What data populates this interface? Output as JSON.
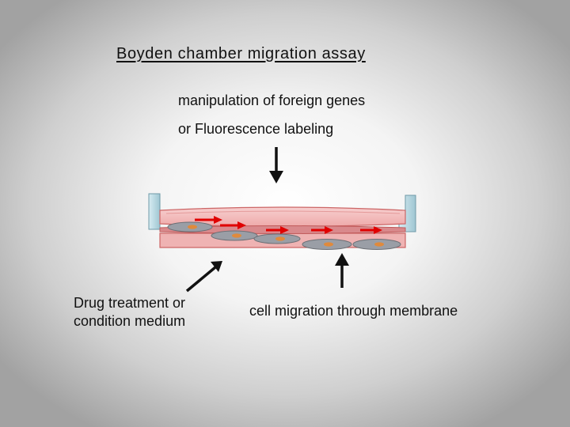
{
  "title": "Boyden chamber migration assay",
  "labels": {
    "top_line1": "manipulation of  foreign genes",
    "top_line2": "or Fluorescence labeling",
    "bottom_left": "Drug treatment or\ncondition medium",
    "bottom_right": "cell migration through membrane"
  },
  "colors": {
    "medium": "#f2b8b8",
    "medium_edge": "#cc6666",
    "chamber_wall": "#a8d0dc",
    "cell": "#9a9ea6",
    "nucleus": "#e08a3c",
    "migration_arrow": "#e00000",
    "pointer_arrow": "#111111"
  },
  "icons": {
    "top_pointer": "arrow-down-icon",
    "left_pointer": "arrow-diagonal-up-right-icon",
    "right_pointer": "arrow-up-icon"
  }
}
